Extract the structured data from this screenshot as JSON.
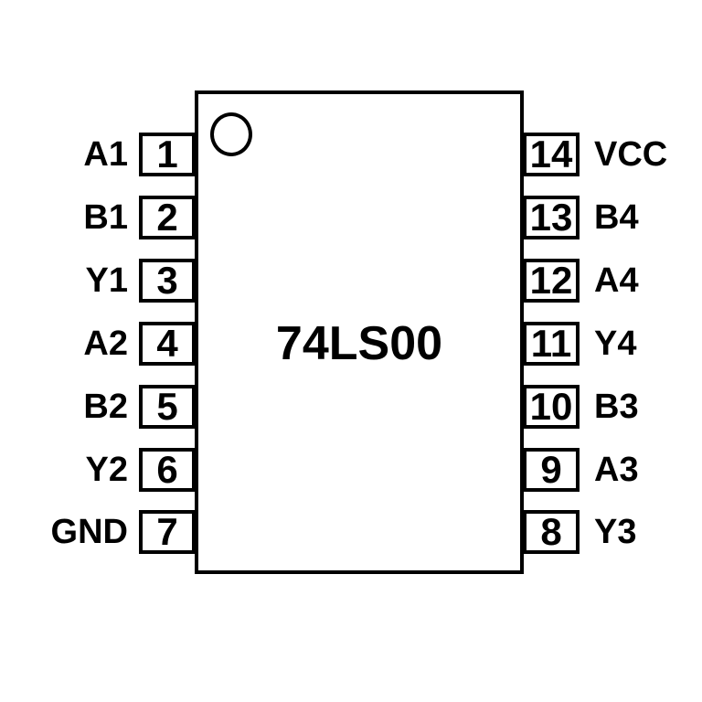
{
  "chip": {
    "title": "74LS00"
  },
  "pins": {
    "left": [
      {
        "label": "A1",
        "number": "1"
      },
      {
        "label": "B1",
        "number": "2"
      },
      {
        "label": "Y1",
        "number": "3"
      },
      {
        "label": "A2",
        "number": "4"
      },
      {
        "label": "B2",
        "number": "5"
      },
      {
        "label": "Y2",
        "number": "6"
      },
      {
        "label": "GND",
        "number": "7"
      }
    ],
    "right": [
      {
        "number": "14",
        "label": "VCC"
      },
      {
        "number": "13",
        "label": "B4"
      },
      {
        "number": "12",
        "label": "A4"
      },
      {
        "number": "11",
        "label": "Y4"
      },
      {
        "number": "10",
        "label": "B3"
      },
      {
        "number": "9",
        "label": "A3"
      },
      {
        "number": "8",
        "label": "Y3"
      }
    ]
  },
  "colors": {
    "stroke": "#000000",
    "background": "#ffffff"
  }
}
